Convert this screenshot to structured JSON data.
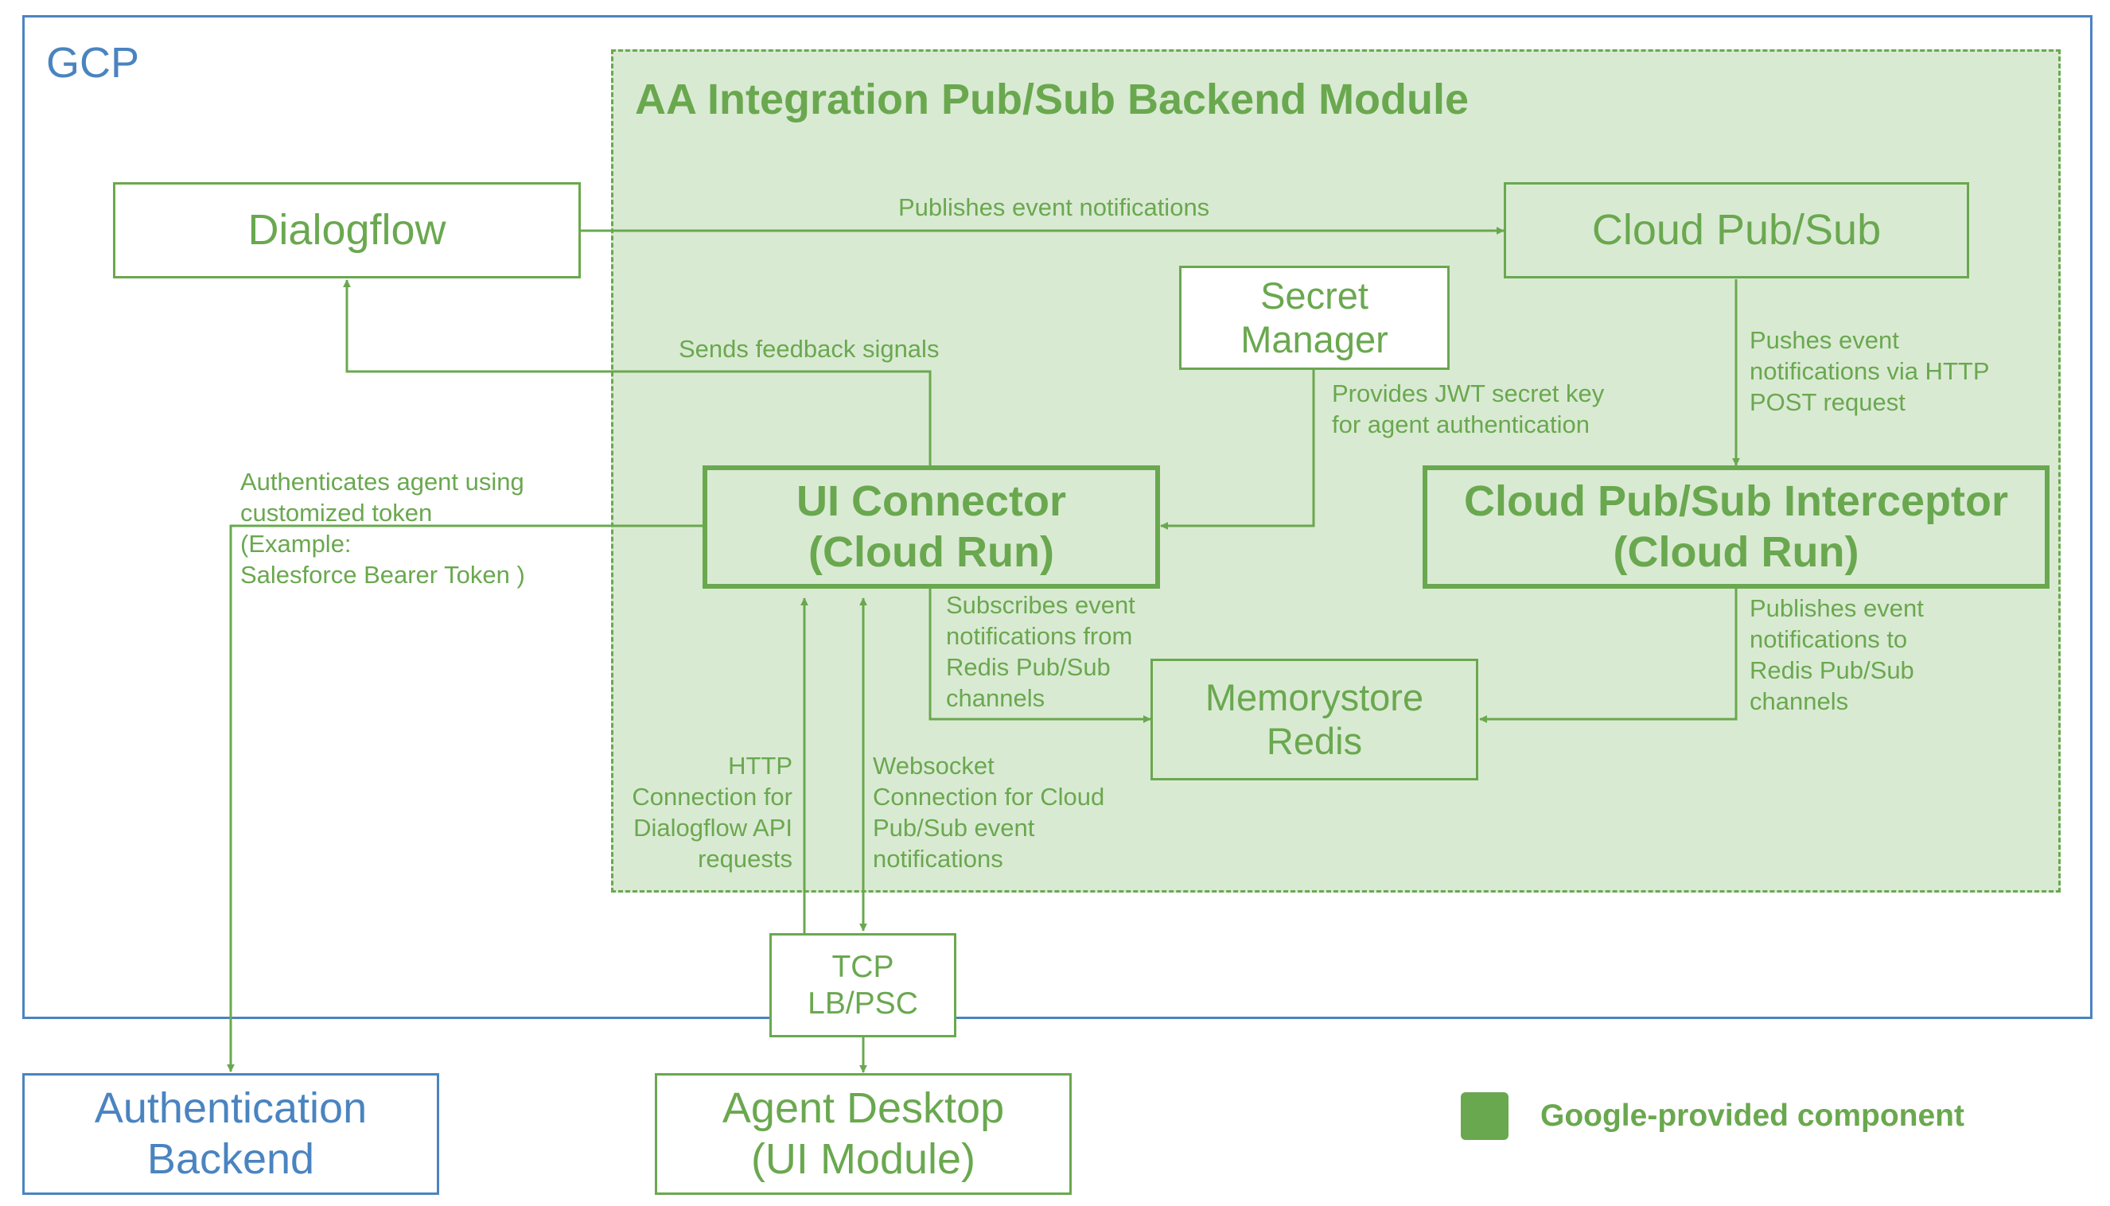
{
  "frames": {
    "gcp_label": "GCP",
    "module_title": "AA Integration Pub/Sub Backend Module"
  },
  "components": {
    "dialogflow": "Dialogflow",
    "cloud_pubsub": "Cloud Pub/Sub",
    "secret_manager": "Secret\nManager",
    "ui_connector": "UI Connector\n(Cloud Run)",
    "interceptor": "Cloud Pub/Sub Interceptor\n(Cloud Run)",
    "memorystore": "Memorystore\nRedis",
    "tcp_lb": "TCP\nLB/PSC",
    "auth_backend": "Authentication\nBackend",
    "agent_desktop": "Agent Desktop\n(UI Module)"
  },
  "edge_labels": {
    "publishes": "Publishes event notifications",
    "feedback": "Sends feedback signals",
    "jwt": "Provides JWT secret key\nfor agent authentication",
    "pushes": "Pushes event\nnotifications via HTTP\nPOST request",
    "authenticates": "Authenticates agent using\ncustomized token\n(Example:\nSalesforce Bearer Token )",
    "subscribes": "Subscribes event\nnotifications from\nRedis Pub/Sub\nchannels",
    "publishes_redis": "Publishes event\nnotifications to\nRedis Pub/Sub\nchannels",
    "http": "HTTP\nConnection for\nDialogflow API\nrequests",
    "websocket": "Websocket\nConnection for Cloud\nPub/Sub event\nnotifications"
  },
  "legend": {
    "label": "Google-provided component",
    "color": "#6aa84f"
  },
  "colors": {
    "google_green": "#6aa84f",
    "module_fill": "#d9ead3",
    "gcp_blue": "#4a84c0"
  }
}
